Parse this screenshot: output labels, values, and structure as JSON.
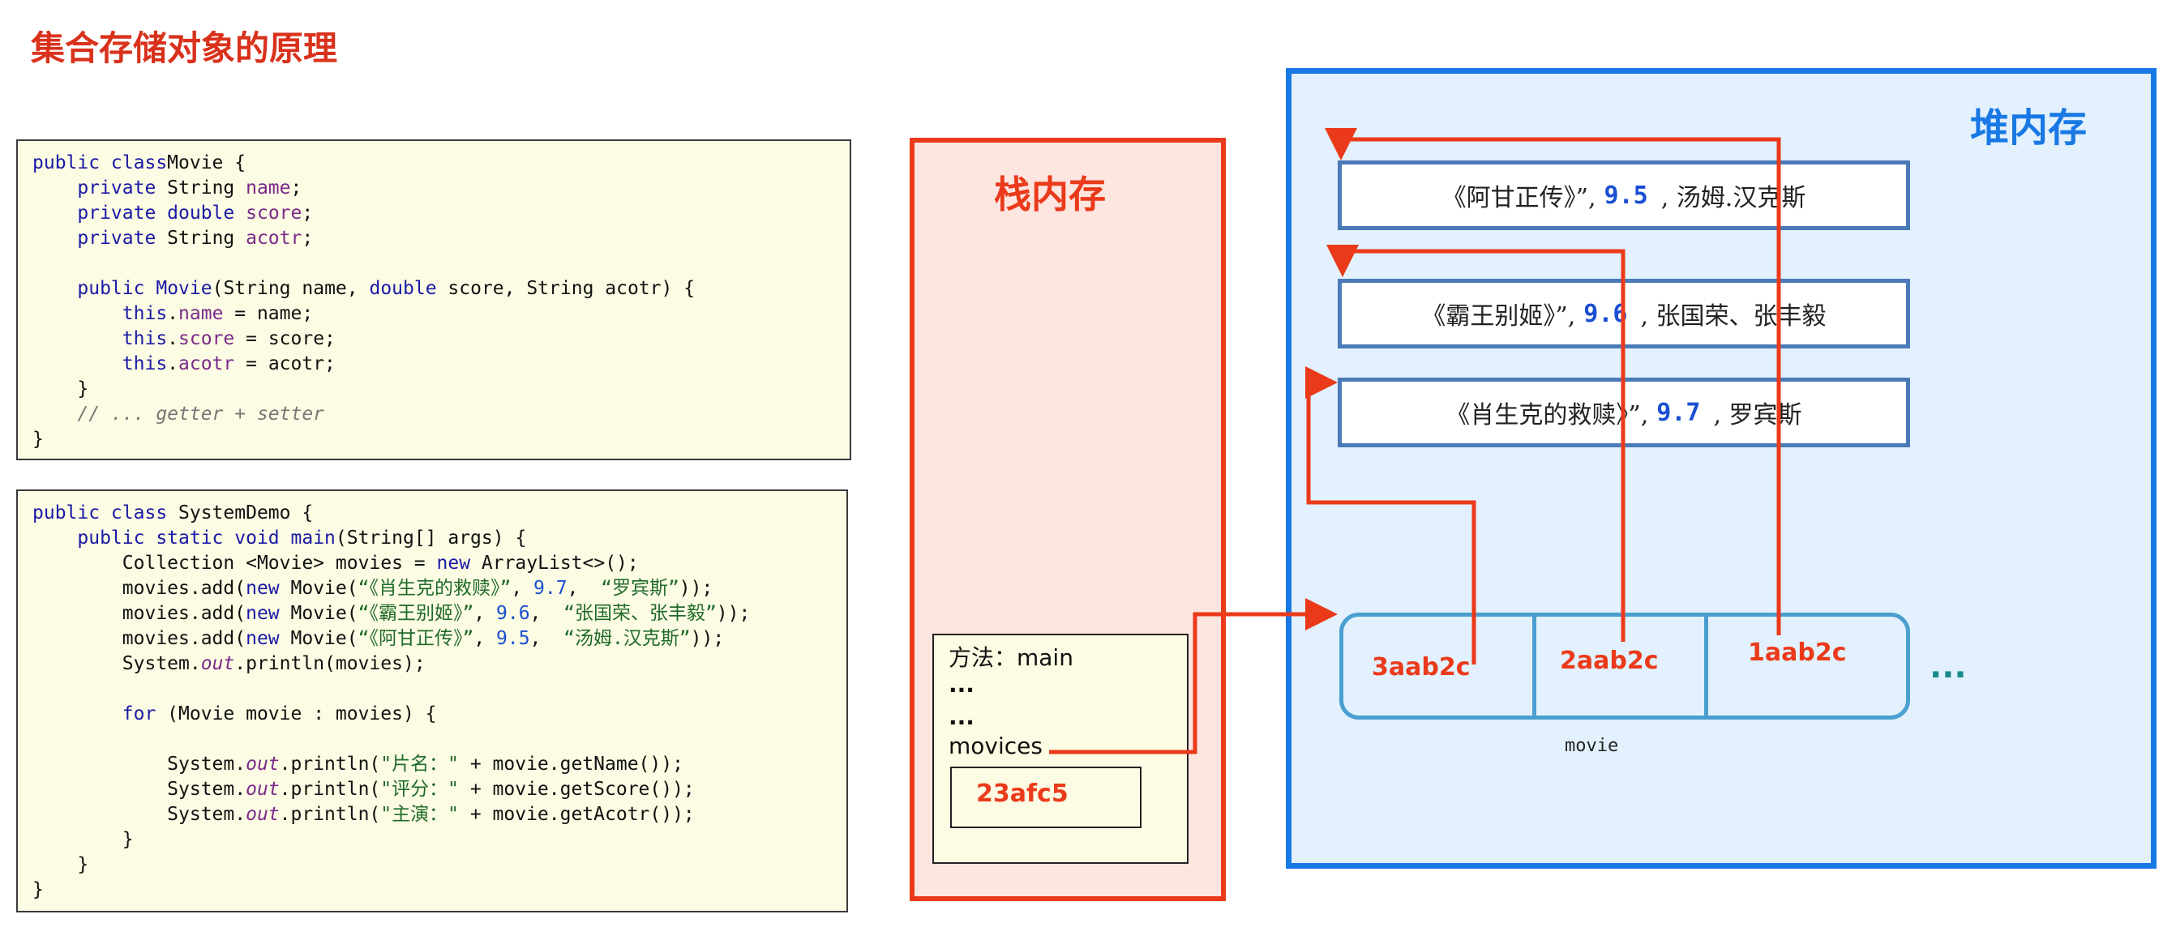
{
  "title": "集合存储对象的原理",
  "movie_class_code": [
    [
      [
        "kw",
        "public class"
      ],
      [
        "",
        "Movie {"
      ]
    ],
    [
      [
        "",
        "    "
      ],
      [
        "kw",
        "private"
      ],
      [
        "",
        " String "
      ],
      [
        "fld",
        "name"
      ],
      [
        "",
        ";"
      ]
    ],
    [
      [
        "",
        "    "
      ],
      [
        "kw",
        "private double"
      ],
      [
        "",
        " "
      ],
      [
        "fld",
        "score"
      ],
      [
        "",
        ";"
      ]
    ],
    [
      [
        "",
        "    "
      ],
      [
        "kw",
        "private"
      ],
      [
        "",
        " String "
      ],
      [
        "fld",
        "acotr"
      ],
      [
        "",
        ";"
      ]
    ],
    [
      [
        "",
        ""
      ]
    ],
    [
      [
        "",
        "    "
      ],
      [
        "kw",
        "public"
      ],
      [
        "",
        " "
      ],
      [
        "kw",
        "Movie"
      ],
      [
        "",
        "(String name, "
      ],
      [
        "kw",
        "double"
      ],
      [
        "",
        " score, String acotr) {"
      ]
    ],
    [
      [
        "",
        "        "
      ],
      [
        "kw",
        "this"
      ],
      [
        "",
        "."
      ],
      [
        "fld",
        "name"
      ],
      [
        "",
        " = name;"
      ]
    ],
    [
      [
        "",
        "        "
      ],
      [
        "kw",
        "this"
      ],
      [
        "",
        "."
      ],
      [
        "fld",
        "score"
      ],
      [
        "",
        " = score;"
      ]
    ],
    [
      [
        "",
        "        "
      ],
      [
        "kw",
        "this"
      ],
      [
        "",
        "."
      ],
      [
        "fld",
        "acotr"
      ],
      [
        "",
        " = acotr;"
      ]
    ],
    [
      [
        "",
        "    }"
      ]
    ],
    [
      [
        "",
        "    "
      ],
      [
        "cm",
        "// ... getter + setter"
      ]
    ],
    [
      [
        "",
        "}"
      ]
    ]
  ],
  "system_demo_code": [
    [
      [
        "kw",
        "public class"
      ],
      [
        "",
        " SystemDemo {"
      ]
    ],
    [
      [
        "",
        "    "
      ],
      [
        "kw",
        "public static void"
      ],
      [
        "",
        " "
      ],
      [
        "kw",
        "main"
      ],
      [
        "",
        "(String[] args) {"
      ]
    ],
    [
      [
        "",
        "        Collection <Movie> movies = "
      ],
      [
        "kw",
        "new"
      ],
      [
        "",
        " ArrayList<>();"
      ]
    ],
    [
      [
        "",
        "        movies.add("
      ],
      [
        "kw",
        "new"
      ],
      [
        "",
        " Movie("
      ],
      [
        "str",
        "“《肖生克的救赎》”"
      ],
      [
        "",
        ", "
      ],
      [
        "num",
        "9.7"
      ],
      [
        "",
        ",  "
      ],
      [
        "str",
        "“罗宾斯”"
      ],
      [
        "",
        "));"
      ]
    ],
    [
      [
        "",
        "        movies.add("
      ],
      [
        "kw",
        "new"
      ],
      [
        "",
        " Movie("
      ],
      [
        "str",
        "“《霸王别姬》”"
      ],
      [
        "",
        ", "
      ],
      [
        "num",
        "9.6"
      ],
      [
        "",
        ",  "
      ],
      [
        "str",
        "“张国荣、张丰毅”"
      ],
      [
        "",
        "));"
      ]
    ],
    [
      [
        "",
        "        movies.add("
      ],
      [
        "kw",
        "new"
      ],
      [
        "",
        " Movie("
      ],
      [
        "str",
        "“《阿甘正传》”"
      ],
      [
        "",
        ", "
      ],
      [
        "num",
        "9.5"
      ],
      [
        "",
        ",  "
      ],
      [
        "str",
        "“汤姆.汉克斯”"
      ],
      [
        "",
        "));"
      ]
    ],
    [
      [
        "",
        "        System."
      ],
      [
        "ital",
        "out"
      ],
      [
        "",
        ".println(movies);"
      ]
    ],
    [
      [
        "",
        ""
      ]
    ],
    [
      [
        "",
        "        "
      ],
      [
        "kw",
        "for"
      ],
      [
        "",
        " (Movie movie : movies) {"
      ]
    ],
    [
      [
        "",
        ""
      ]
    ],
    [
      [
        "",
        "            System."
      ],
      [
        "ital",
        "out"
      ],
      [
        "",
        ".println("
      ],
      [
        "str",
        "\"片名：\""
      ],
      [
        "",
        " + movie.getName());"
      ]
    ],
    [
      [
        "",
        "            System."
      ],
      [
        "ital",
        "out"
      ],
      [
        "",
        ".println("
      ],
      [
        "str",
        "\"评分：\""
      ],
      [
        "",
        " + movie.getScore());"
      ]
    ],
    [
      [
        "",
        "            System."
      ],
      [
        "ital",
        "out"
      ],
      [
        "",
        ".println("
      ],
      [
        "str",
        "\"主演：\""
      ],
      [
        "",
        " + movie.getAcotr());"
      ]
    ],
    [
      [
        "",
        "        }"
      ]
    ],
    [
      [
        "",
        "    }"
      ]
    ],
    [
      [
        "",
        "}"
      ]
    ]
  ],
  "stack": {
    "title": "栈内存",
    "method": "方法：main",
    "dots1": "...",
    "dots2": "...",
    "variable": "movices",
    "address": "23afc5"
  },
  "heap": {
    "title": "堆内存",
    "movies": [
      {
        "name": "《阿甘正传》”,",
        "score": "9.5",
        "actor": ", 汤姆.汉克斯"
      },
      {
        "name": "《霸王别姬》”,",
        "score": "9.6",
        "actor": ", 张国荣、张丰毅"
      },
      {
        "name": "《肖生克的救赎》”,",
        "score": "9.7",
        "actor": ", 罗宾斯"
      }
    ],
    "array_cells": [
      "3aab2c",
      "2aab2c",
      "1aab2c"
    ],
    "ellipsis": "...",
    "array_label": "movie"
  },
  "colors": {
    "title_red": "#d9321c",
    "stack_border": "#ea3a1a",
    "stack_fill": "#fde5e0",
    "heap_border": "#1878e4",
    "heap_fill": "#e2f1fd",
    "arrow": "#ea3a1a",
    "code_bg": "#fcfbe3"
  }
}
